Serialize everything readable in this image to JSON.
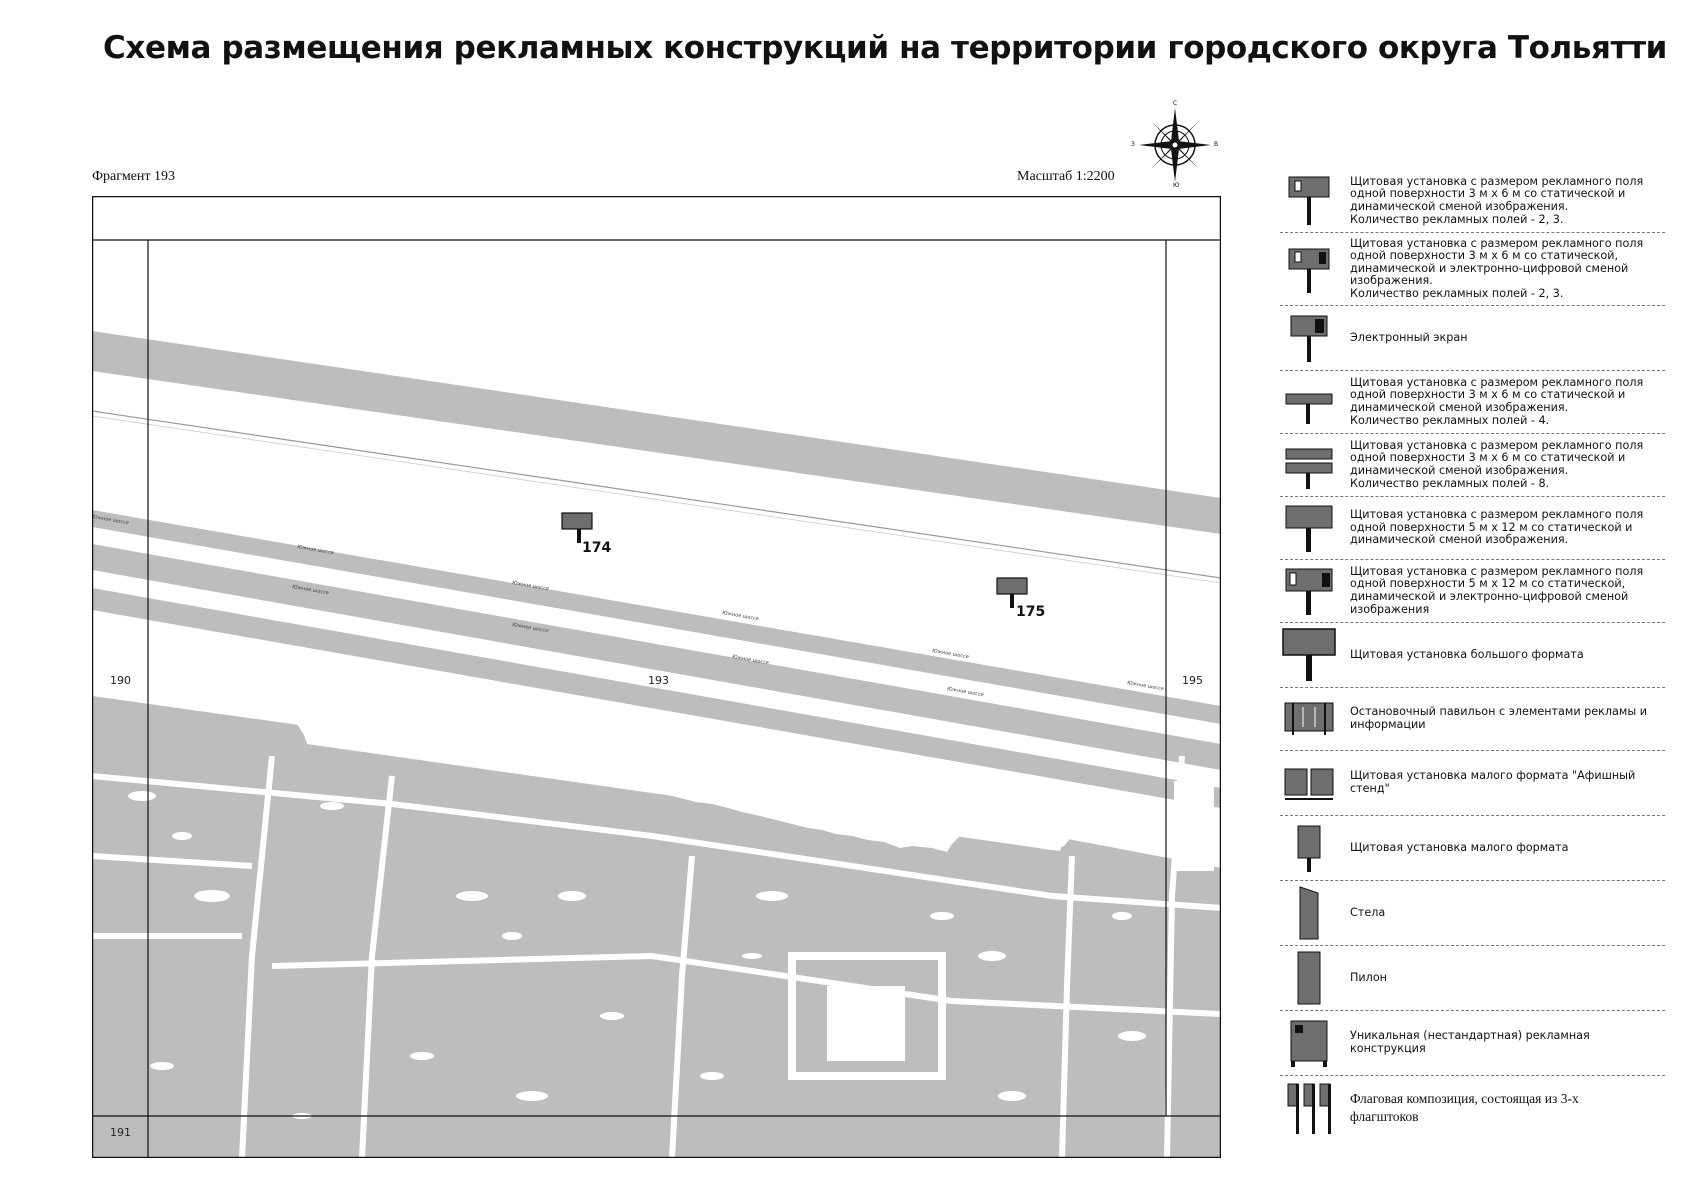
{
  "title": "Схема размещения рекламных конструкций на территории городского округа Тольятти",
  "fragment_label": "Фрагмент 193",
  "scale_label": "Масштаб 1:2200",
  "compass": {
    "n": "С",
    "s": "Ю",
    "e": "В",
    "w": "З"
  },
  "map": {
    "markers": [
      {
        "number": "174"
      },
      {
        "number": "175"
      }
    ],
    "sheet_labels": [
      {
        "text": "190"
      },
      {
        "text": "193"
      },
      {
        "text": "195"
      },
      {
        "text": "191"
      }
    ],
    "street_name": "Южное шоссе",
    "colors": {
      "fill": "#bdbdbd",
      "dark": "#6e6e6e",
      "frame": "#111111"
    }
  },
  "legend": [
    {
      "icon": "billboard-static-dynamic-icon",
      "text": "Щитовая установка с размером рекламного поля\nодной поверхности 3 м х 6 м со статической и\nдинамической сменой изображения.\nКоличество рекламных полей - 2, 3."
    },
    {
      "icon": "billboard-digital-icon",
      "text": "Щитовая установка с размером рекламного поля\nодной поверхности 3 м х 6 м со статической,\nдинамической и электронно-цифровой сменой\nизображения.\nКоличество рекламных полей - 2, 3."
    },
    {
      "icon": "electronic-screen-icon",
      "text": "Электронный экран"
    },
    {
      "icon": "billboard-4-fields-icon",
      "text": "Щитовая установка с размером рекламного поля\nодной поверхности 3 м х 6 м со статической и\nдинамической сменой изображения.\nКоличество рекламных полей - 4."
    },
    {
      "icon": "billboard-8-fields-icon",
      "text": "Щитовая установка с размером рекламного поля\nодной поверхности 3 м х 6 м со статической и\nдинамической сменой изображения.\nКоличество рекламных полей - 8."
    },
    {
      "icon": "billboard-5x12-icon",
      "text": "Щитовая установка с размером рекламного поля\nодной поверхности 5 м х 12 м со статической и\nдинамической сменой изображения."
    },
    {
      "icon": "billboard-5x12-digital-icon",
      "text": "Щитовая установка с размером рекламного поля\nодной поверхности 5 м х 12 м со статической,\nдинамической и электронно-цифровой сменой\nизображения"
    },
    {
      "icon": "large-format-billboard-icon",
      "text": "Щитовая установка большого формата"
    },
    {
      "icon": "bus-stop-pavilion-icon",
      "text": "Остановочный павильон с элементами рекламы и\nинформации"
    },
    {
      "icon": "poster-stand-icon",
      "text": "Щитовая установка малого формата \"Афишный\nстенд\""
    },
    {
      "icon": "small-format-billboard-icon",
      "text": "Щитовая установка малого формата"
    },
    {
      "icon": "stele-icon",
      "text": "Стела"
    },
    {
      "icon": "pylon-icon",
      "text": "Пилон"
    },
    {
      "icon": "unique-structure-icon",
      "text": "Уникальная (нестандартная) рекламная\nконструкция"
    },
    {
      "icon": "flag-composition-icon",
      "text": "Флаговая композиция, состоящая из 3-х\nфлагштоков"
    }
  ]
}
